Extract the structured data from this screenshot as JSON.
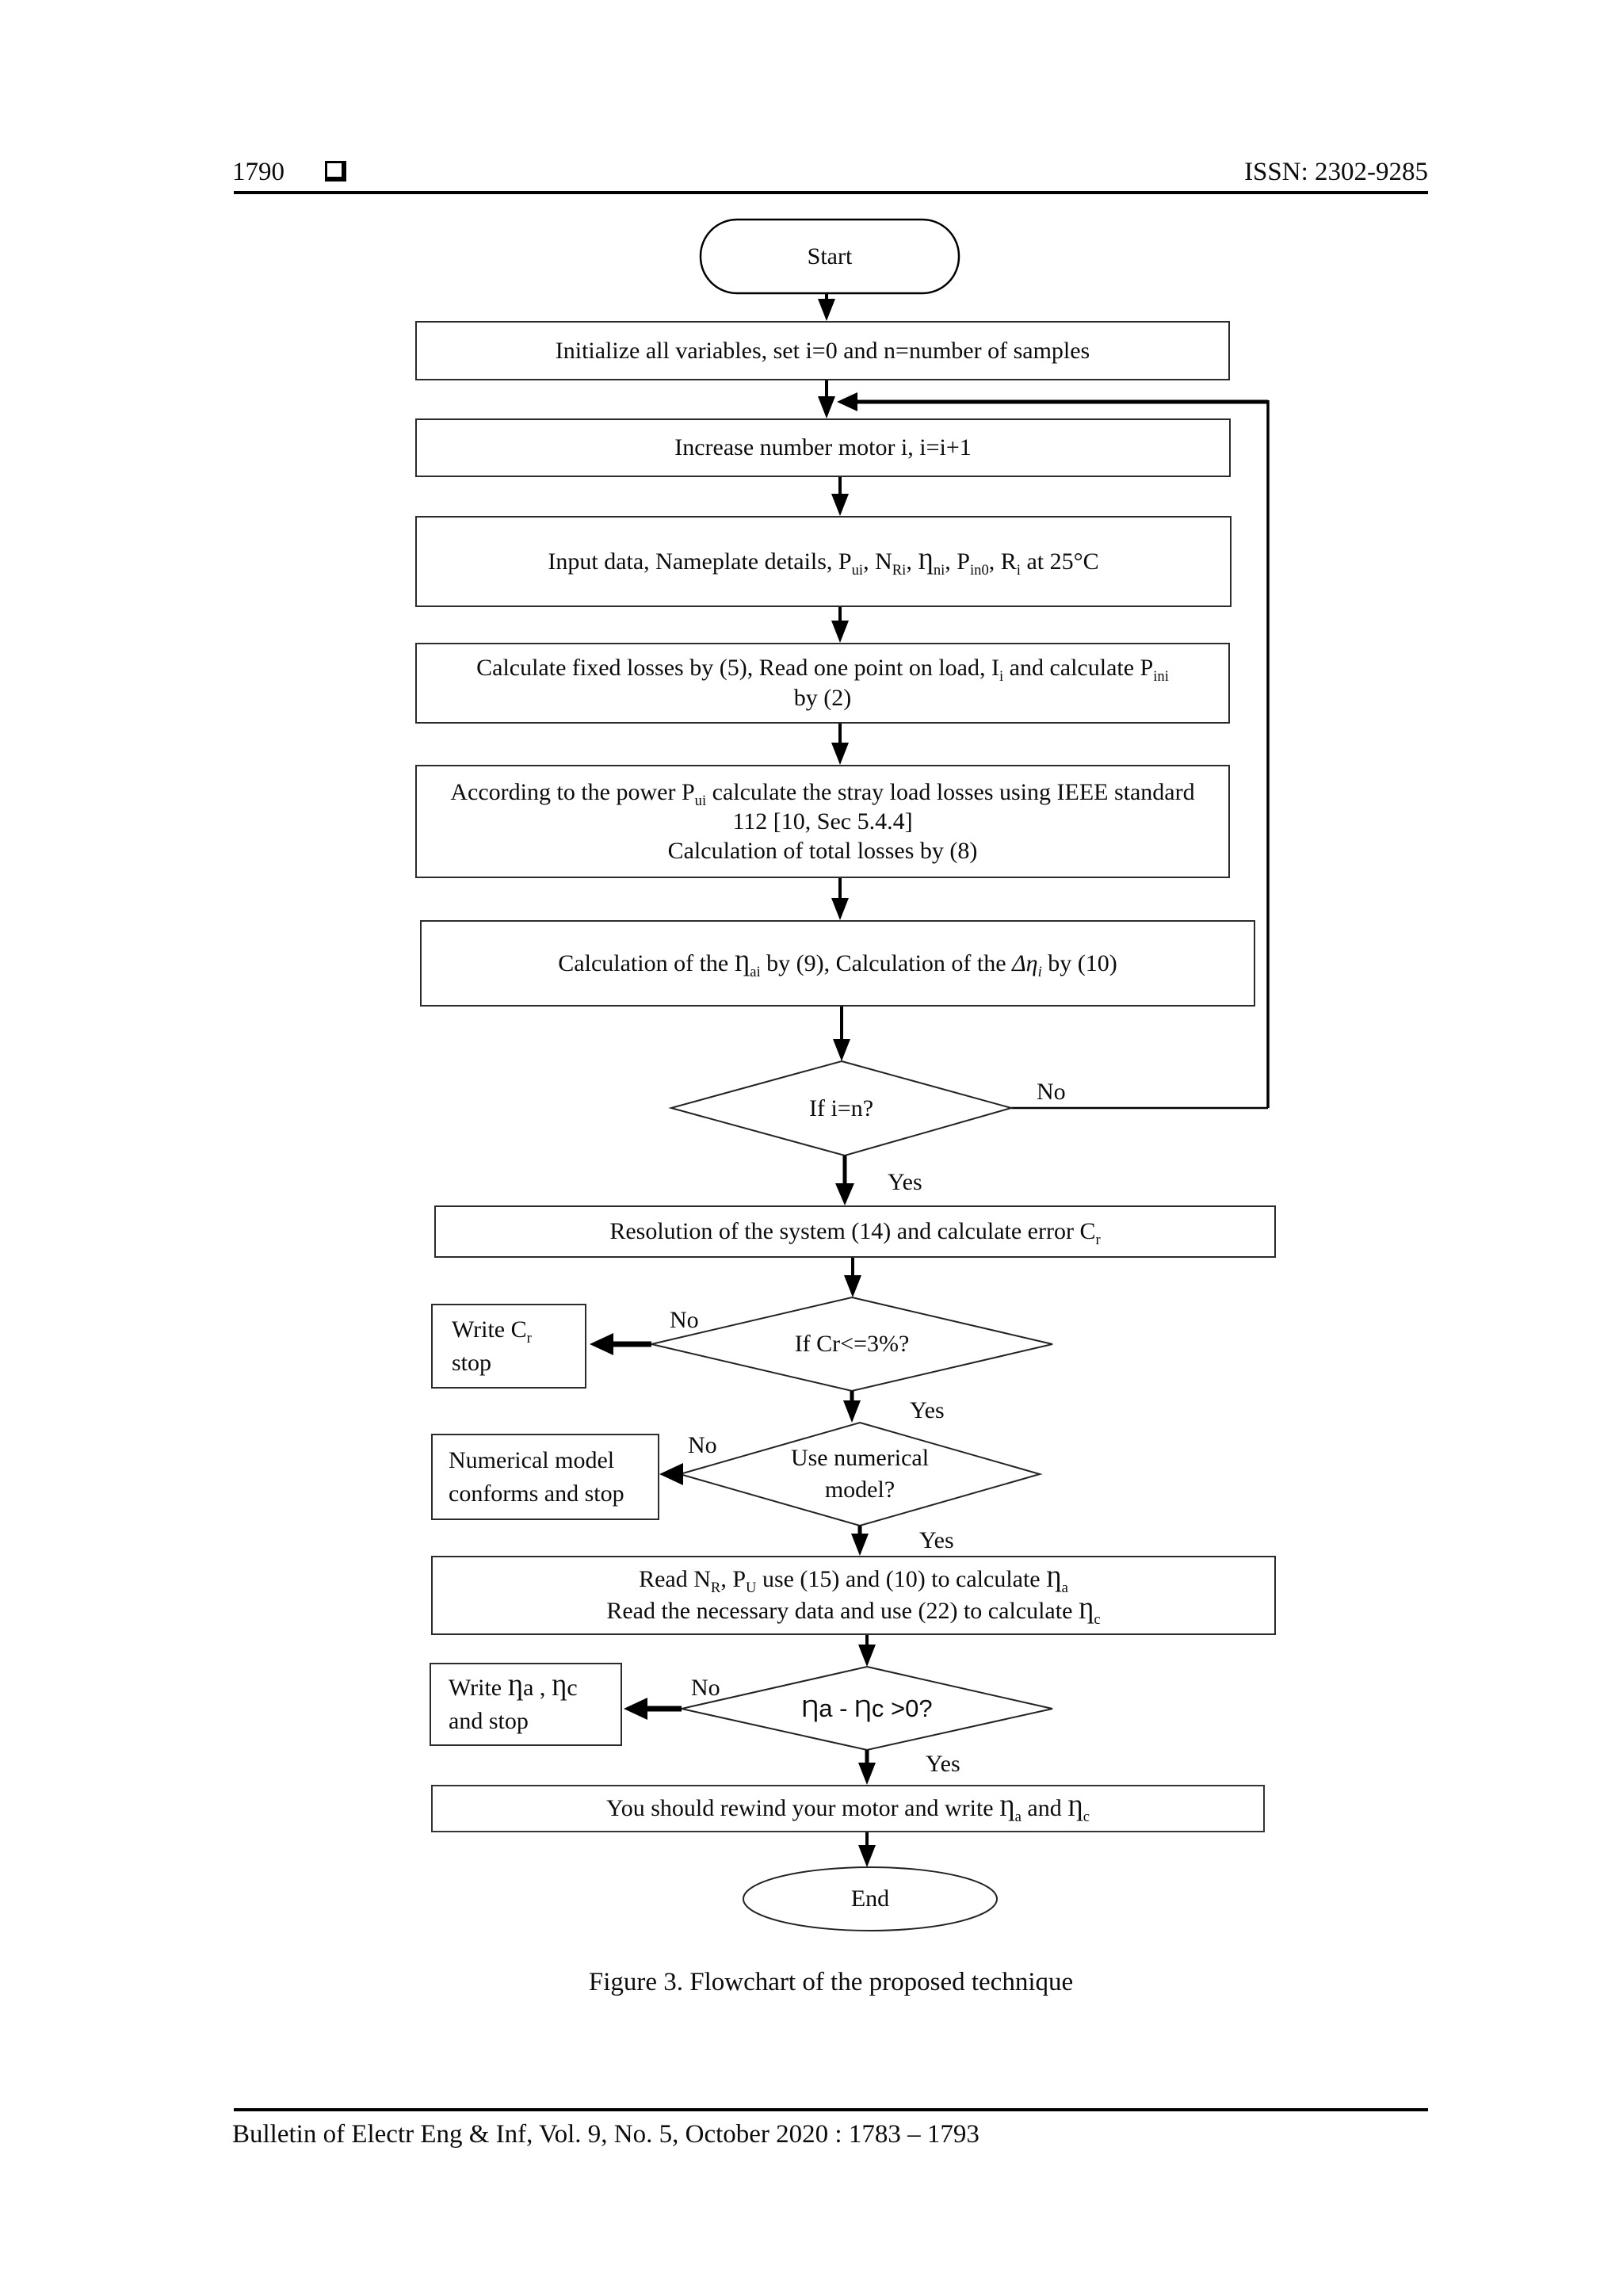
{
  "page": {
    "bg": "#ffffff",
    "text_color": "#0c0c0c"
  },
  "header": {
    "page_number": "1790",
    "issn": "ISSN: 2302-9285",
    "box_icon": "shadowed-square-icon"
  },
  "flowchart": {
    "labels": {
      "yes": "Yes",
      "no": "No"
    },
    "nodes": {
      "start": {
        "label": "Start"
      },
      "init": {
        "lines": [
          [
            {
              "t": "Initialize all variables, set i=0 and n=number of samples"
            }
          ]
        ]
      },
      "increase": {
        "lines": [
          [
            {
              "t": "Increase number motor i, i=i+1"
            }
          ]
        ]
      },
      "input": {
        "lines": [
          [
            {
              "t": "Input data, Nameplate details, P"
            },
            {
              "t": "ui",
              "sub": true
            },
            {
              "t": ", N"
            },
            {
              "t": "Ri",
              "sub": true
            },
            {
              "t": ", Ƞ"
            },
            {
              "t": "ni",
              "sub": true
            },
            {
              "t": ", P"
            },
            {
              "t": "in0",
              "sub": true
            },
            {
              "t": ", R"
            },
            {
              "t": "i",
              "sub": true
            },
            {
              "t": " at 25°C"
            }
          ]
        ]
      },
      "fixed_losses": {
        "lines": [
          [
            {
              "t": "Calculate fixed losses by (5), Read one point on load, I"
            },
            {
              "t": "i",
              "sub": true
            },
            {
              "t": " and calculate P"
            },
            {
              "t": "ini",
              "sub": true
            }
          ],
          [
            {
              "t": "by (2)"
            }
          ]
        ]
      },
      "stray_losses": {
        "lines": [
          [
            {
              "t": "According to the power P"
            },
            {
              "t": "ui",
              "sub": true
            },
            {
              "t": " calculate the stray load losses using IEEE standard"
            }
          ],
          [
            {
              "t": "112 [10, Sec 5.4.4]"
            }
          ],
          [
            {
              "t": "Calculation of total losses by (8)"
            }
          ]
        ]
      },
      "efficiency": {
        "lines": [
          [
            {
              "t": "Calculation of the Ƞ"
            },
            {
              "t": "ai",
              "sub": true
            },
            {
              "t": " by (9), Calculation of the "
            },
            {
              "t": "Δη",
              "i": true
            },
            {
              "t": "i",
              "sub": true,
              "i": true
            },
            {
              "t": " by (10)"
            }
          ]
        ]
      },
      "check_i_n": {
        "label": "If i=n?"
      },
      "resolution": {
        "lines": [
          [
            {
              "t": "Resolution of the system (14) and calculate error C"
            },
            {
              "t": "r",
              "sub": true
            }
          ]
        ]
      },
      "check_cr": {
        "label": "If Cr<=3%?"
      },
      "write_cr": {
        "lines": [
          [
            {
              "t": "Write C"
            },
            {
              "t": "r",
              "sub": true
            }
          ],
          [
            {
              "t": "stop"
            }
          ]
        ]
      },
      "check_model": {
        "lines": [
          [
            {
              "t": "Use numerical"
            }
          ],
          [
            {
              "t": "model?"
            }
          ]
        ]
      },
      "numerical_model": {
        "lines": [
          [
            {
              "t": "Numerical model"
            }
          ],
          [
            {
              "t": "conforms and stop"
            }
          ]
        ]
      },
      "read_data": {
        "lines": [
          [
            {
              "t": "Read N"
            },
            {
              "t": "R",
              "sub": true
            },
            {
              "t": ", P"
            },
            {
              "t": "U",
              "sub": true
            },
            {
              "t": " use (15) and (10) to calculate Ƞ"
            },
            {
              "t": "a",
              "sub": true
            }
          ],
          [
            {
              "t": "Read the necessary data and use (22) to calculate Ƞ"
            },
            {
              "t": "c",
              "sub": true
            }
          ]
        ]
      },
      "check_eta": {
        "label": "Ƞa - Ƞc >0?"
      },
      "write_eta": {
        "lines": [
          [
            {
              "t": "Write Ƞa , Ƞc"
            }
          ],
          [
            {
              "t": "and stop"
            }
          ]
        ]
      },
      "rewind": {
        "lines": [
          [
            {
              "t": "You should rewind your motor and write Ƞ"
            },
            {
              "t": "a",
              "sub": true
            },
            {
              "t": " and Ƞ"
            },
            {
              "t": "c",
              "sub": true
            }
          ]
        ]
      },
      "end": {
        "label": "End"
      }
    }
  },
  "caption": "Figure 3. Flowchart of the proposed technique",
  "footer": "Bulletin of Electr Eng & Inf, Vol. 9, No. 5, October 2020 :  1783 – 1793"
}
